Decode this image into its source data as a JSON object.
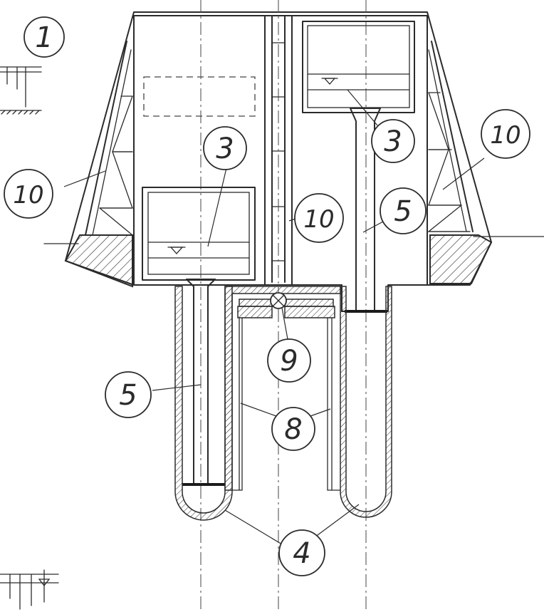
{
  "labels": {
    "figure_number": "1",
    "chamber_left": "3",
    "chamber_right": "3",
    "tube_left": "5",
    "tube_right": "5",
    "bottoms": "4",
    "walls": "8",
    "valve": "9",
    "frame_left": "10",
    "frame_right": "10",
    "frame_center": "10"
  }
}
